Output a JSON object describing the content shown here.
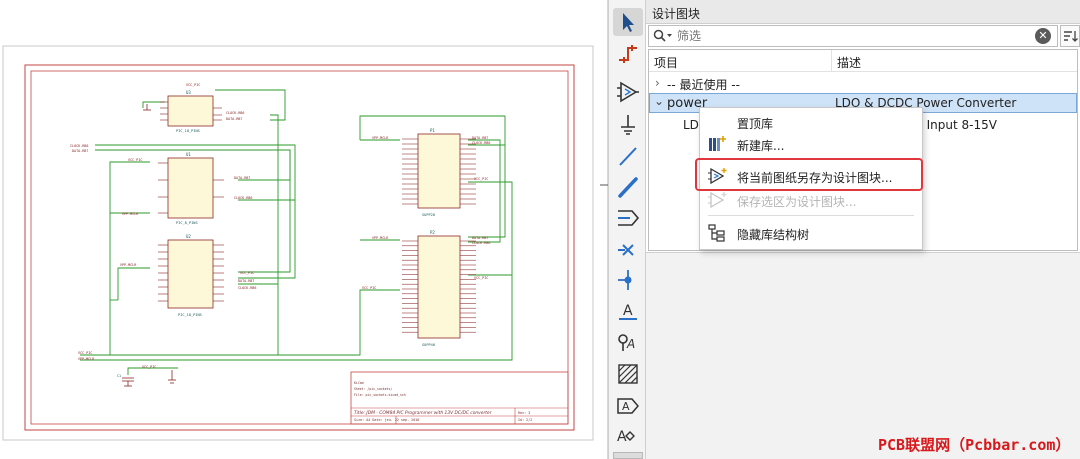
{
  "panel": {
    "title": "设计图块",
    "filter_placeholder": "筛选",
    "clear_icon": "clear-icon",
    "columns": {
      "item": "项目",
      "description": "描述"
    }
  },
  "tree": {
    "recent": {
      "arrow": "›",
      "label": "-- 最近使用 --"
    },
    "power": {
      "arrow": "⌄",
      "label": "power",
      "description": "LDO & DCDC Power Converter"
    },
    "child": {
      "label": "LDO",
      "description_tail": ", Input 8-15V"
    }
  },
  "menu": {
    "items": [
      {
        "label": "置顶库",
        "icon": "none",
        "disabled": false
      },
      {
        "label": "新建库...",
        "icon": "new-library-icon",
        "disabled": false
      },
      {
        "label": "将当前图纸另存为设计图块...",
        "icon": "save-sheet-as-block-icon",
        "disabled": false
      },
      {
        "label": "保存选区为设计图块...",
        "icon": "save-selection-as-block-icon",
        "disabled": true
      },
      {
        "label": "隐藏库结构树",
        "icon": "tree-icon",
        "disabled": false
      }
    ]
  },
  "toolbar": {
    "tools": [
      "select-arrow-icon",
      "highlight-net-icon",
      "add-symbol-icon",
      "add-power-icon",
      "draw-wire-icon",
      "draw-bus-icon",
      "bus-entry-icon",
      "no-connect-icon",
      "junction-icon",
      "label-icon",
      "net-class-directive-icon",
      "hatch-icon",
      "global-label-icon",
      "text-icon"
    ]
  },
  "schematic": {
    "u1_ref": "U1",
    "u2_ref": "U2",
    "u3_ref": "U3",
    "p1_ref": "P1",
    "p2_ref": "P2",
    "p1_value": "SUPP28",
    "p2_value": "SUPP40",
    "u1_value": "PIC_8_PINS",
    "u3_value": "PIC_18_PINS",
    "vcc_pic": "VCC_PIC",
    "vpp_mclr": "VPP-MCLR",
    "clock_rb6": "CLOCK-RB6",
    "data_rb7": "DATA-RB7",
    "c1": "C1",
    "title_block_title": "Title: JDM - COM84 PIC Programmer with 13V DC/DC converter"
  },
  "watermark": "PCB联盟网（Pcbbar.com）"
}
